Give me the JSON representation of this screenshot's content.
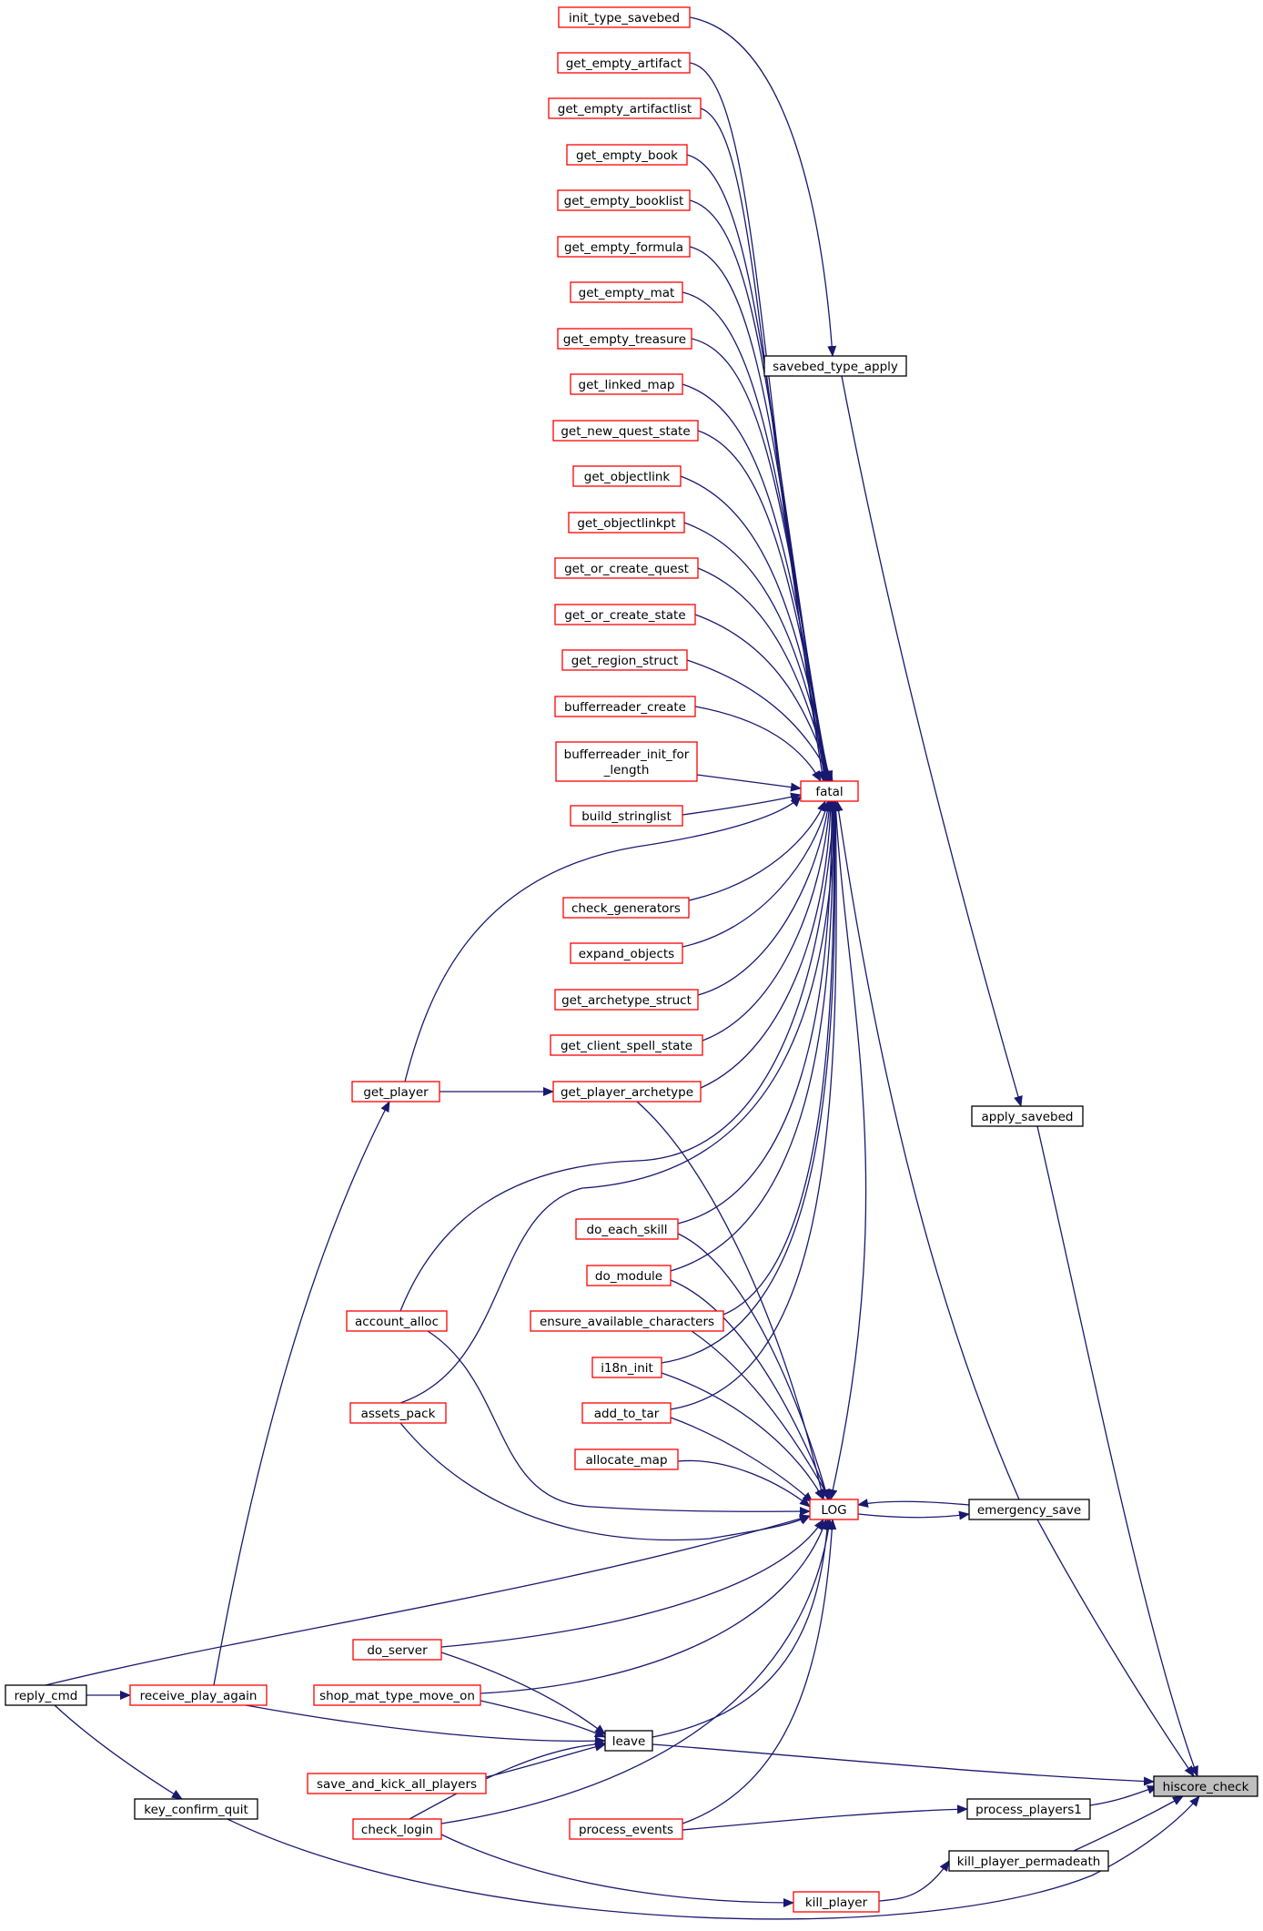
{
  "colors": {
    "edge": "#191970",
    "red_border": "#ff0000",
    "black_border": "#000000",
    "root_fill": "#bfbfbf",
    "node_fill": "#ffffff"
  },
  "nodes": {
    "init_type_savebed": {
      "lines": [
        "init_type_savebed"
      ],
      "border": "red"
    },
    "get_empty_artifact": {
      "lines": [
        "get_empty_artifact"
      ],
      "border": "red"
    },
    "get_empty_artifactlist": {
      "lines": [
        "get_empty_artifactlist"
      ],
      "border": "red"
    },
    "get_empty_book": {
      "lines": [
        "get_empty_book"
      ],
      "border": "red"
    },
    "get_empty_booklist": {
      "lines": [
        "get_empty_booklist"
      ],
      "border": "red"
    },
    "get_empty_formula": {
      "lines": [
        "get_empty_formula"
      ],
      "border": "red"
    },
    "get_empty_mat": {
      "lines": [
        "get_empty_mat"
      ],
      "border": "red"
    },
    "get_empty_treasure": {
      "lines": [
        "get_empty_treasure"
      ],
      "border": "red"
    },
    "get_linked_map": {
      "lines": [
        "get_linked_map"
      ],
      "border": "red"
    },
    "get_new_quest_state": {
      "lines": [
        "get_new_quest_state"
      ],
      "border": "red"
    },
    "get_objectlink": {
      "lines": [
        "get_objectlink"
      ],
      "border": "red"
    },
    "get_objectlinkpt": {
      "lines": [
        "get_objectlinkpt"
      ],
      "border": "red"
    },
    "get_or_create_quest": {
      "lines": [
        "get_or_create_quest"
      ],
      "border": "red"
    },
    "get_or_create_state": {
      "lines": [
        "get_or_create_state"
      ],
      "border": "red"
    },
    "get_region_struct": {
      "lines": [
        "get_region_struct"
      ],
      "border": "red"
    },
    "bufferreader_create": {
      "lines": [
        "bufferreader_create"
      ],
      "border": "red"
    },
    "bufferreader_init_for_length": {
      "lines": [
        "bufferreader_init_for",
        "_length"
      ],
      "border": "red"
    },
    "build_stringlist": {
      "lines": [
        "build_stringlist"
      ],
      "border": "red"
    },
    "check_generators": {
      "lines": [
        "check_generators"
      ],
      "border": "red"
    },
    "expand_objects": {
      "lines": [
        "expand_objects"
      ],
      "border": "red"
    },
    "get_archetype_struct": {
      "lines": [
        "get_archetype_struct"
      ],
      "border": "red"
    },
    "get_client_spell_state": {
      "lines": [
        "get_client_spell_state"
      ],
      "border": "red"
    },
    "get_player_archetype": {
      "lines": [
        "get_player_archetype"
      ],
      "border": "red"
    },
    "get_player": {
      "lines": [
        "get_player"
      ],
      "border": "red"
    },
    "do_each_skill": {
      "lines": [
        "do_each_skill"
      ],
      "border": "red"
    },
    "do_module": {
      "lines": [
        "do_module"
      ],
      "border": "red"
    },
    "ensure_available_characters": {
      "lines": [
        "ensure_available_characters"
      ],
      "border": "red"
    },
    "account_alloc": {
      "lines": [
        "account_alloc"
      ],
      "border": "red"
    },
    "i18n_init": {
      "lines": [
        "i18n_init"
      ],
      "border": "red"
    },
    "add_to_tar": {
      "lines": [
        "add_to_tar"
      ],
      "border": "red"
    },
    "assets_pack": {
      "lines": [
        "assets_pack"
      ],
      "border": "red"
    },
    "allocate_map": {
      "lines": [
        "allocate_map"
      ],
      "border": "red"
    },
    "fatal": {
      "lines": [
        "fatal"
      ],
      "border": "red"
    },
    "LOG": {
      "lines": [
        "LOG"
      ],
      "border": "red"
    },
    "savebed_type_apply": {
      "lines": [
        "savebed_type_apply"
      ],
      "border": "black"
    },
    "apply_savebed": {
      "lines": [
        "apply_savebed"
      ],
      "border": "black"
    },
    "emergency_save": {
      "lines": [
        "emergency_save"
      ],
      "border": "black"
    },
    "do_server": {
      "lines": [
        "do_server"
      ],
      "border": "red"
    },
    "shop_mat_type_move_on": {
      "lines": [
        "shop_mat_type_move_on"
      ],
      "border": "red"
    },
    "save_and_kick_all_players": {
      "lines": [
        "save_and_kick_all_players"
      ],
      "border": "red"
    },
    "check_login": {
      "lines": [
        "check_login"
      ],
      "border": "red"
    },
    "process_events": {
      "lines": [
        "process_events"
      ],
      "border": "red"
    },
    "leave": {
      "lines": [
        "leave"
      ],
      "border": "black"
    },
    "reply_cmd": {
      "lines": [
        "reply_cmd"
      ],
      "border": "black"
    },
    "receive_play_again": {
      "lines": [
        "receive_play_again"
      ],
      "border": "red"
    },
    "key_confirm_quit": {
      "lines": [
        "key_confirm_quit"
      ],
      "border": "black"
    },
    "kill_player": {
      "lines": [
        "kill_player"
      ],
      "border": "red"
    },
    "kill_player_permadeath": {
      "lines": [
        "kill_player_permadeath"
      ],
      "border": "black"
    },
    "process_players1": {
      "lines": [
        "process_players1"
      ],
      "border": "black"
    },
    "hiscore_check": {
      "lines": [
        "hiscore_check"
      ],
      "border": "black",
      "root": true
    }
  }
}
